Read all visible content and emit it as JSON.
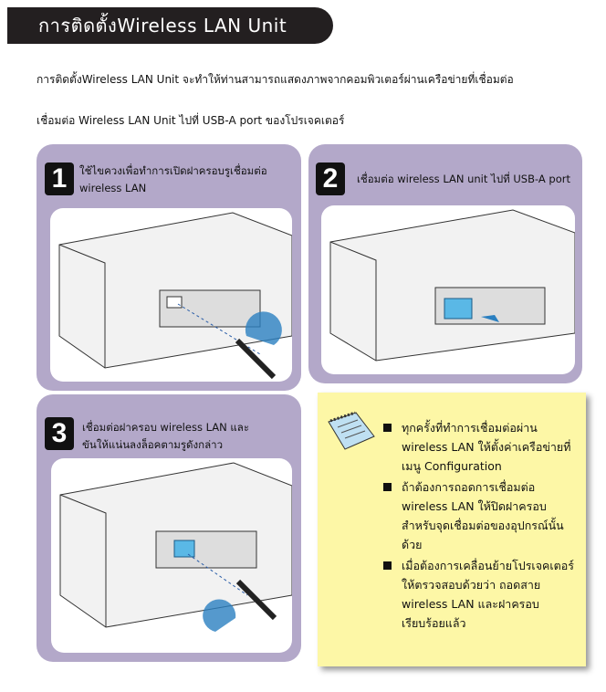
{
  "title": "การติดตั้งWireless LAN Unit",
  "intro": "การติดตั้งWireless LAN Unit จะทำให้ท่านสามารถแสดงภาพจากคอมพิวเตอร์ผ่านเครือข่ายที่เชื่อมต่อ",
  "subtitle": "เชื่อมต่อ Wireless LAN Unit ไปที่ USB-A port ของโปรเจคเตอร์",
  "steps": [
    {
      "number": "1",
      "text": "ใช้ไขควงเพื่อทำการเปิดฝาครอบรูเชื่อมต่อ wireless LAN"
    },
    {
      "number": "2",
      "text": "เชื่อมต่อ wireless LAN unit ไปที่ USB-A port"
    },
    {
      "number": "3",
      "text": "เชื่อมต่อฝาครอบ wireless LAN และ ขันให้แน่นลงล็อคตามรูดังกล่าว"
    }
  ],
  "notes": [
    "ทุกครั้งที่ทำการเชื่อมต่อผ่าน wireless  LAN ให้ตั้งค่าเครือข่ายที่เมนู Configuration",
    "ถ้าต้องการถอดการเชื่อมต่อ wireless LAN ให้ปิดฝาครอบสำหรับจุดเชื่อมต่อของอุปกรณ์นั้นด้วย",
    "เมื่อต้องการเคลื่อนย้ายโปรเจคเตอร์ ให้ตรวจสอบด้วยว่า ถอดสาย wireless LAN และฝาครอบเรียบร้อยแล้ว"
  ]
}
